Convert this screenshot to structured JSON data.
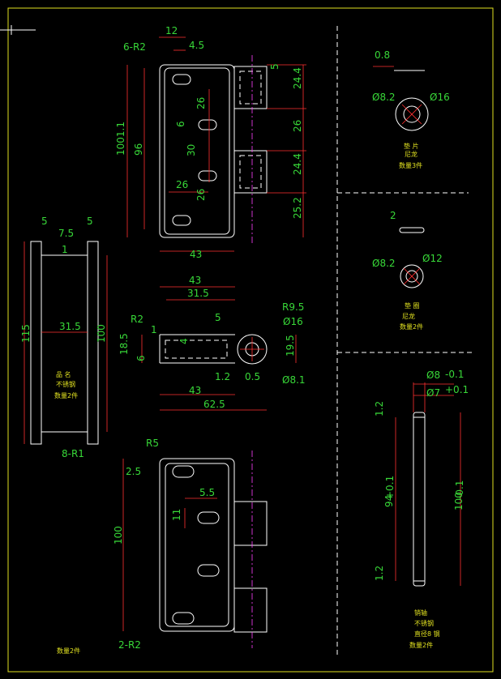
{
  "colors": {
    "background": "#000000",
    "border": "#e0e020",
    "outline": "#ffffff",
    "dimension_line": "#ff3030",
    "dimension_text": "#38d838",
    "center_line": "#ff40ff",
    "note_text": "#e0e020"
  },
  "top_view": {
    "labels": [
      "12",
      "4.5",
      "6-R2",
      "5",
      "24.4",
      "26",
      "24.4",
      "25.2",
      "1001.1",
      "96",
      "26",
      "6",
      "30",
      "26",
      "26",
      "43"
    ]
  },
  "mid_view": {
    "labels": [
      "43",
      "31.5",
      "R2",
      "1",
      "5",
      "R9.5",
      "Ø16",
      "18.5",
      "4",
      "6",
      "19.5",
      "1.2",
      "0.5",
      "Ø8.1",
      "43",
      "62.5"
    ]
  },
  "side_view": {
    "labels": [
      "5",
      "5",
      "7.5",
      "1",
      "115",
      "31.5",
      "100",
      "8-R1"
    ],
    "notes": [
      "品 名",
      "不锈钢",
      "数量2件"
    ]
  },
  "bottom_view": {
    "labels": [
      "R5",
      "2.5",
      "5.5",
      "11",
      "100",
      "2-R2"
    ],
    "notes": [
      "数量2件"
    ]
  },
  "washer_top": {
    "labels": [
      "0.8",
      "Ø8.2",
      "Ø16"
    ],
    "notes": [
      "垫 片",
      "尼龙",
      "数量3件"
    ]
  },
  "washer_mid": {
    "labels": [
      "2",
      "Ø8.2",
      "Ø12"
    ],
    "notes": [
      "垫 圈",
      "尼龙",
      "数量2件"
    ]
  },
  "pin_view": {
    "labels": [
      "Ø8",
      "-0.1",
      "Ø7",
      "+0.1",
      "1.2",
      "94",
      "+0.1",
      "100",
      "-0.1",
      "1.2"
    ],
    "notes": [
      "销轴",
      "不锈钢",
      "直径8 钢",
      "数量2件"
    ]
  }
}
